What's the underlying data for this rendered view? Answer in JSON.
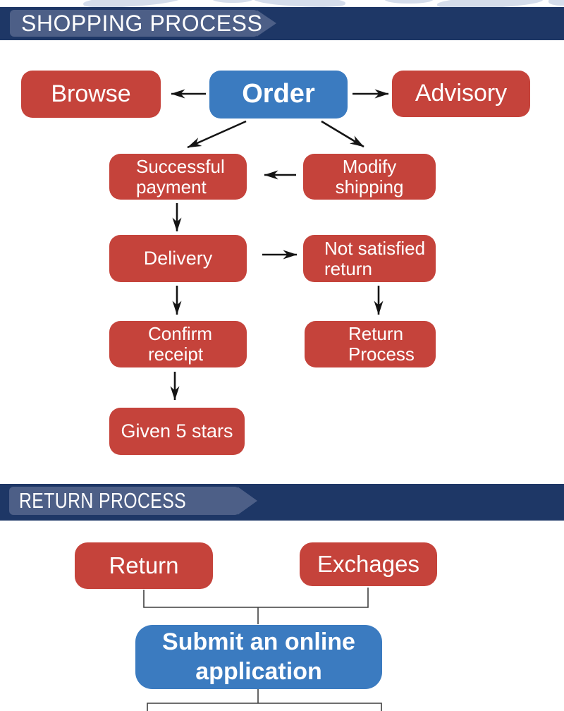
{
  "banners": {
    "shopping": {
      "label": "SHOPPING PROCESS"
    },
    "return": {
      "label": "RETURN PROCESS"
    }
  },
  "colors": {
    "node_red": "#C5433B",
    "node_blue": "#3B7BC0",
    "banner_band": "#1E3766",
    "banner_pill": "#4D5F87",
    "arrow": "#141414",
    "connector": "#3F3F3F",
    "text": "#FFFFFF"
  },
  "shopping_flow": {
    "nodes": {
      "browse": {
        "label": "Browse"
      },
      "order": {
        "label": "Order"
      },
      "advisory": {
        "label": "Advisory"
      },
      "successful_payment": {
        "label": "Successful\npayment"
      },
      "modify_shipping": {
        "label": "Modify\nshipping"
      },
      "delivery": {
        "label": "Delivery"
      },
      "not_satisfied_return": {
        "label": "Not satisfied\nreturn"
      },
      "confirm_receipt": {
        "label": "Confirm\nreceipt"
      },
      "return_process": {
        "label": "Return\nProcess"
      },
      "given_5_stars": {
        "label": "Given 5 stars"
      }
    },
    "edges": [
      {
        "from": "order",
        "to": "browse"
      },
      {
        "from": "order",
        "to": "advisory"
      },
      {
        "from": "order",
        "to": "successful_payment"
      },
      {
        "from": "order",
        "to": "modify_shipping"
      },
      {
        "from": "modify_shipping",
        "to": "successful_payment"
      },
      {
        "from": "successful_payment",
        "to": "delivery"
      },
      {
        "from": "delivery",
        "to": "not_satisfied_return"
      },
      {
        "from": "delivery",
        "to": "confirm_receipt"
      },
      {
        "from": "not_satisfied_return",
        "to": "return_process"
      },
      {
        "from": "confirm_receipt",
        "to": "given_5_stars"
      }
    ]
  },
  "return_flow": {
    "nodes": {
      "return": {
        "label": "Return"
      },
      "exchages": {
        "label": "Exchages"
      },
      "submit_application": {
        "label": "Submit an online\napplication"
      }
    },
    "edges": [
      {
        "from": "return",
        "to": "submit_application"
      },
      {
        "from": "exchages",
        "to": "submit_application"
      },
      {
        "from": "submit_application",
        "to": "offscreen_bottom"
      }
    ]
  }
}
